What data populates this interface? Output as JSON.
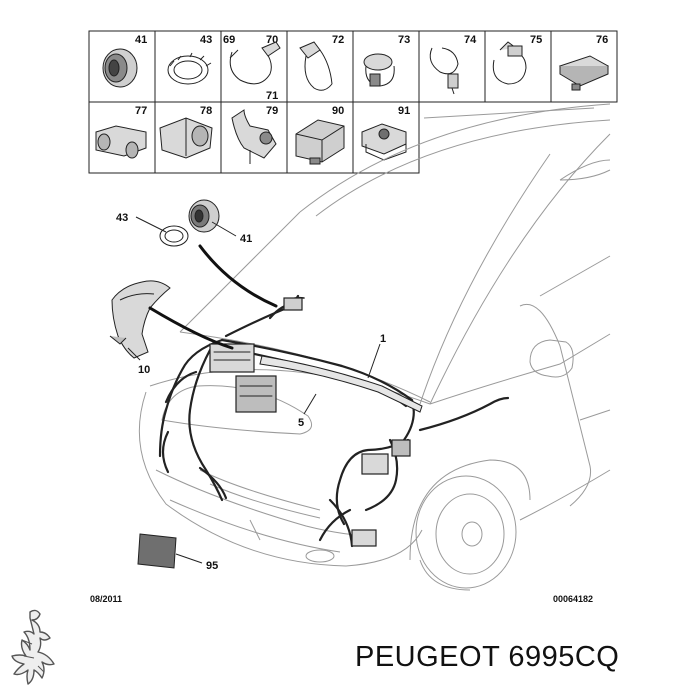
{
  "grid": {
    "row1": [
      {
        "labels": [
          "41"
        ]
      },
      {
        "labels": [
          "43"
        ]
      },
      {
        "labels": [
          "69",
          "70",
          "71"
        ]
      },
      {
        "labels": [
          "72"
        ]
      },
      {
        "labels": [
          "73"
        ]
      },
      {
        "labels": [
          "74"
        ]
      },
      {
        "labels": [
          "75"
        ]
      },
      {
        "labels": [
          "76"
        ]
      }
    ],
    "row2": [
      {
        "labels": [
          "77"
        ]
      },
      {
        "labels": [
          "78"
        ]
      },
      {
        "labels": [
          "79"
        ]
      },
      {
        "labels": [
          "90"
        ]
      },
      {
        "labels": [
          "91"
        ]
      }
    ]
  },
  "callouts": {
    "c43": "43",
    "c41": "41",
    "c1": "1",
    "c10": "10",
    "c5": "5",
    "c95": "95"
  },
  "footer": {
    "date": "08/2011",
    "code": "00064182"
  },
  "caption": "PEUGEOT 6995CQ",
  "colors": {
    "line": "#222222",
    "car_outline": "#9a9a9a",
    "part_fill": "#d9d9d9",
    "part_dark": "#6f6f6f"
  }
}
